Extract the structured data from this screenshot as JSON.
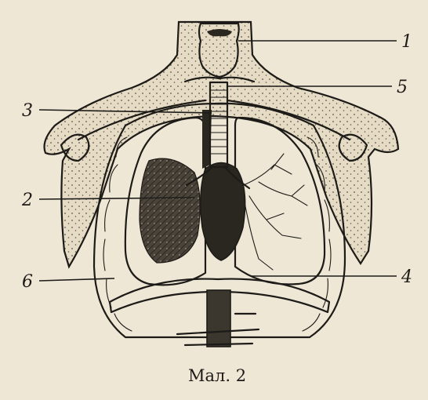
{
  "labels": [
    "1",
    "5",
    "3",
    "2",
    "4",
    "6"
  ],
  "caption": "Мал. 2",
  "colors": {
    "paper": "#efe7d6",
    "ink": "#1d1b18",
    "stipple": "#b9ad98"
  }
}
